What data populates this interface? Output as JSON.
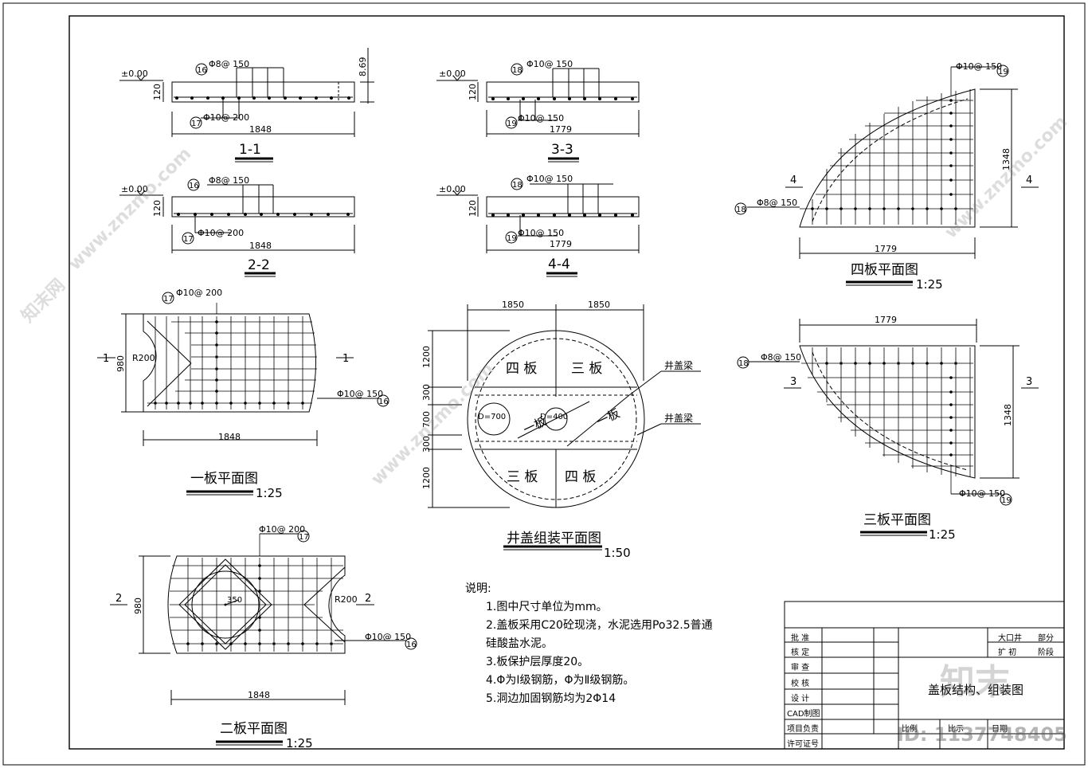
{
  "sections": {
    "s11": {
      "title": "1-1",
      "level": "±0.00",
      "bar_top": "Φ8@ 150",
      "bar_bot": "Φ10@ 200",
      "c_top": "16",
      "c_bot": "17",
      "width": "1848",
      "h": "120",
      "d": "8.69"
    },
    "s22": {
      "title": "2-2",
      "level": "±0.00",
      "bar_top": "Φ8@ 150",
      "bar_bot": "Φ10@ 200",
      "c_top": "16",
      "c_bot": "17",
      "width": "1848",
      "h": "120"
    },
    "s33": {
      "title": "3-3",
      "level": "±0.00",
      "bar_top": "Φ10@ 150",
      "bar_bot": "Φ10@ 150",
      "c_top": "18",
      "c_bot": "19",
      "width": "1779",
      "h": "120"
    },
    "s44": {
      "title": "4-4",
      "level": "±0.00",
      "bar_top": "Φ10@ 150",
      "bar_bot": "Φ10@ 150",
      "c_top": "18",
      "c_bot": "19",
      "width": "1779",
      "h": "120"
    }
  },
  "plan1": {
    "title": "一板平面图",
    "scale": "1:25",
    "bar_a": "Φ10@ 200",
    "c_a": "17",
    "bar_b": "Φ10@ 150",
    "c_b": "16",
    "r": "R200",
    "h": "980",
    "w": "1848",
    "mark": "1"
  },
  "plan2": {
    "title": "二板平面图",
    "scale": "1:25",
    "bar_a": "Φ10@ 200",
    "c_a": "17",
    "bar_b": "Φ10@ 150",
    "c_b": "16",
    "r": "R200",
    "hole": "350",
    "h": "980",
    "w": "1848",
    "mark": "2"
  },
  "plan4": {
    "title": "四板平面图",
    "scale": "1:25",
    "bar_a": "Φ10@ 150",
    "c_a": "19",
    "bar_b": "Φ8@ 150",
    "c_b": "18",
    "h": "1348",
    "w": "1779",
    "mark": "4"
  },
  "plan3": {
    "title": "三板平面图",
    "scale": "1:25",
    "bar_a": "Φ8@ 150",
    "c_a": "18",
    "bar_b": "Φ10@ 150",
    "c_b": "19",
    "h": "1348",
    "w": "1779",
    "mark": "3"
  },
  "assembly": {
    "title": "井盖组装平面图",
    "scale": "1:50",
    "top_dims": [
      "1850",
      "1850"
    ],
    "left_dims": [
      "1200",
      "300",
      "700",
      "300",
      "1200"
    ],
    "labels": {
      "q4a": "四 板",
      "q3a": "三 板",
      "q3b": "三 板",
      "q4b": "四 板",
      "mid": "一板",
      "mid2": "一板",
      "d700": "D=700",
      "d400": "D=400"
    },
    "beam1": "井盖梁",
    "beam2": "井盖梁"
  },
  "notes": {
    "heading": "说明:",
    "items": [
      "1.图中尺寸单位为mm。",
      "2.盖板采用C20砼现浇，水泥选用Po32.5普通",
      "  硅酸盐水泥。",
      "3.板保护层厚度20。",
      "4.Φ为Ⅰ级钢筋，Φ为Ⅱ级钢筋。",
      "5.洞边加固钢筋均为2Φ14"
    ]
  },
  "title_block": {
    "rows": [
      "批 准",
      "核 定",
      "审 查",
      "校 核",
      "设 计",
      "CAD制图",
      "项目负责",
      "许可证号"
    ],
    "project": "大口井",
    "part": "部分",
    "stage_a": "扩  初",
    "stage_b": "阶段",
    "drawing_title": "盖板结构、组装图",
    "scale_label": "比例",
    "date_label": "日期",
    "unit_label": "比示"
  },
  "watermark": {
    "site": "www.znzmo.com",
    "brand": "知末网",
    "logo": "知末",
    "id": "ID: 1137748405"
  }
}
